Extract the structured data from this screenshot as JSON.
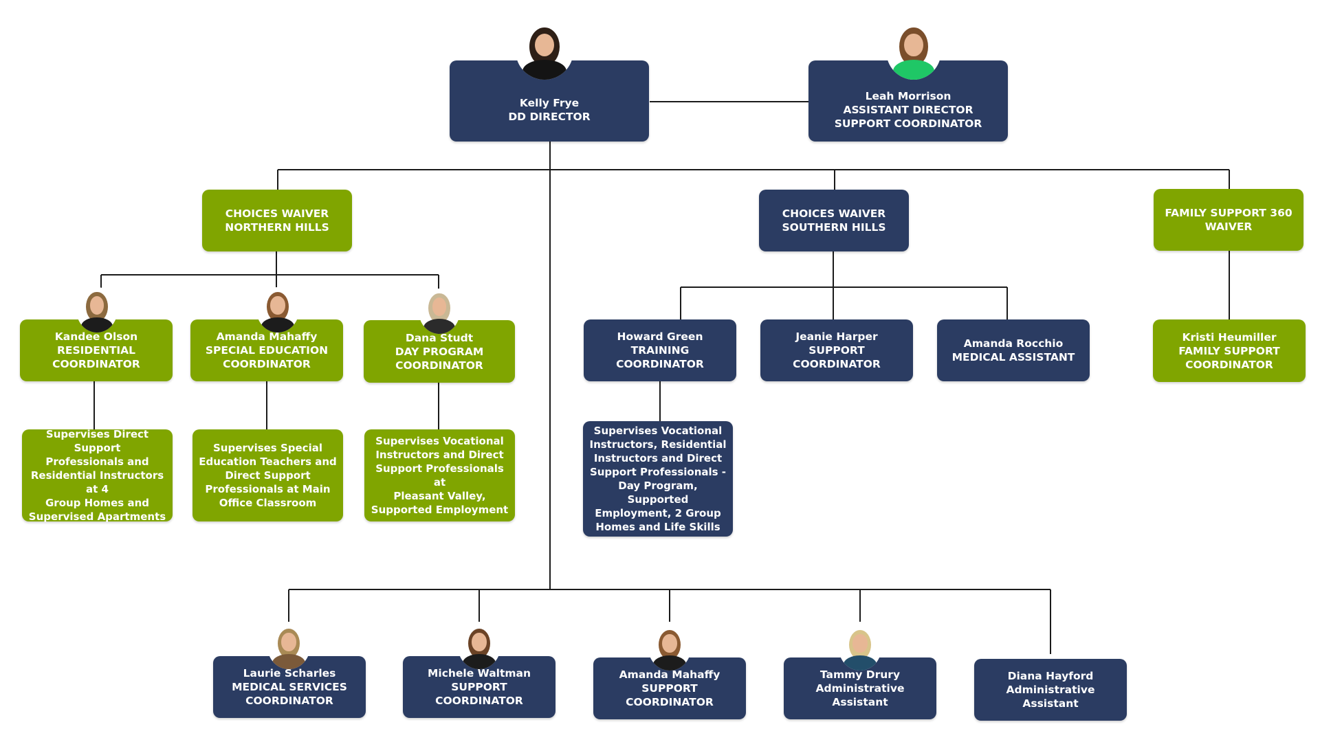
{
  "director": {
    "name": "Kelly Frye",
    "title": "DD DIRECTOR"
  },
  "assistant": {
    "name": "Leah Morrison",
    "title1": "ASSISTANT DIRECTOR",
    "title2": "SUPPORT COORDINATOR"
  },
  "programs": {
    "northern": {
      "line1": "CHOICES WAIVER",
      "line2": "NORTHERN HILLS"
    },
    "southern": {
      "line1": "CHOICES WAIVER",
      "line2": "SOUTHERN HILLS"
    },
    "family": {
      "line1": "FAMILY SUPPORT 360",
      "line2": "WAIVER"
    }
  },
  "northern_staff": [
    {
      "name": "Kandee Olson",
      "title1": "RESIDENTIAL",
      "title2": "COORDINATOR",
      "duties": [
        "Supervises Direct Support",
        "Professionals and",
        "Residential Instructors at 4",
        "Group Homes and",
        "Supervised Apartments"
      ]
    },
    {
      "name": "Amanda Mahaffy",
      "title1": "SPECIAL EDUCATION",
      "title2": "COORDINATOR",
      "duties": [
        "Supervises Special",
        "Education Teachers and",
        "Direct Support",
        "Professionals at Main",
        "Office Classroom"
      ]
    },
    {
      "name": "Dana Studt",
      "title1": "DAY PROGRAM",
      "title2": "COORDINATOR",
      "duties": [
        "Supervises Vocational",
        "Instructors and Direct",
        "Support Professionals at",
        "Pleasant Valley,",
        "Supported Employment"
      ]
    }
  ],
  "southern_staff": [
    {
      "name": "Howard Green",
      "title": "TRAINING COORDINATOR",
      "duties": [
        "Supervises Vocational",
        "Instructors, Residential",
        "Instructors and Direct",
        "Support Professionals -",
        "Day Program, Supported",
        "Employment, 2 Group",
        "Homes and Life Skills"
      ]
    },
    {
      "name": "Jeanie Harper",
      "title": "SUPPORT COORDINATOR"
    },
    {
      "name": "Amanda Rocchio",
      "title": "MEDICAL ASSISTANT"
    }
  ],
  "family_staff": {
    "name": "Kristi Heumiller",
    "title1": "FAMILY SUPPORT",
    "title2": "COORDINATOR"
  },
  "bottom_staff": [
    {
      "name": "Laurie Scharles",
      "title1": "MEDICAL SERVICES",
      "title2": "COORDINATOR"
    },
    {
      "name": "Michele Waltman",
      "title": "SUPPORT COORDINATOR"
    },
    {
      "name": "Amanda Mahaffy",
      "title": "SUPPORT COORDINATOR"
    },
    {
      "name": "Tammy Drury",
      "title": "Administrative Assistant"
    },
    {
      "name": "Diana Hayford",
      "title": "Administrative Assistant"
    }
  ],
  "colors": {
    "navy": "#2b3c62",
    "green": "#80a500",
    "connector": "#1a1a1a"
  },
  "avatars": [
    {
      "id": "director",
      "hair": "#2e1f16",
      "top": "#141414"
    },
    {
      "id": "assistant",
      "hair": "#7a4e2b",
      "top": "#1fc766"
    },
    {
      "id": "n0",
      "hair": "#8c6a3f",
      "top": "#1c1c1c"
    },
    {
      "id": "n1",
      "hair": "#8a5a32",
      "top": "#1c1c1c"
    },
    {
      "id": "n2",
      "hair": "#c9b895",
      "top": "#2b2b2b"
    },
    {
      "id": "b0",
      "hair": "#a98a55",
      "top": "#7b5a3a"
    },
    {
      "id": "b1",
      "hair": "#6b4326",
      "top": "#1c1c1c"
    },
    {
      "id": "b2",
      "hair": "#8a5a32",
      "top": "#1c1c1c"
    },
    {
      "id": "b3",
      "hair": "#d8c48a",
      "top": "#234e6a"
    }
  ]
}
